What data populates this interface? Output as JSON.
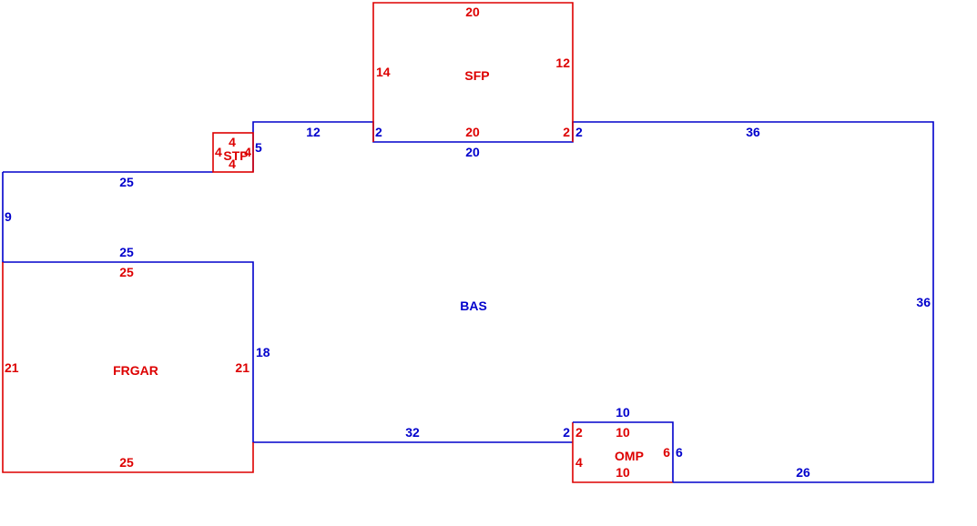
{
  "colors": {
    "base": "#0000cc",
    "addition": "#dd0000",
    "background": "#ffffff"
  },
  "areas": [
    {
      "name": "BAS",
      "color_role": "base"
    },
    {
      "name": "SFP",
      "color_role": "addition"
    },
    {
      "name": "STP",
      "color_role": "addition"
    },
    {
      "name": "FRGAR",
      "color_role": "addition"
    },
    {
      "name": "OMP",
      "color_role": "addition"
    }
  ],
  "dimensions": {
    "bas": [
      "25",
      "9",
      "25",
      "5",
      "12",
      "2",
      "20",
      "2",
      "36",
      "36",
      "26",
      "6",
      "10",
      "2",
      "32",
      "18"
    ],
    "sfp": [
      "20",
      "14",
      "12",
      "20",
      "2",
      "2"
    ],
    "stp": [
      "4",
      "4",
      "4",
      "4"
    ],
    "frgar": [
      "25",
      "21",
      "21",
      "25"
    ],
    "omp": [
      "10",
      "2",
      "4",
      "6",
      "10"
    ]
  }
}
